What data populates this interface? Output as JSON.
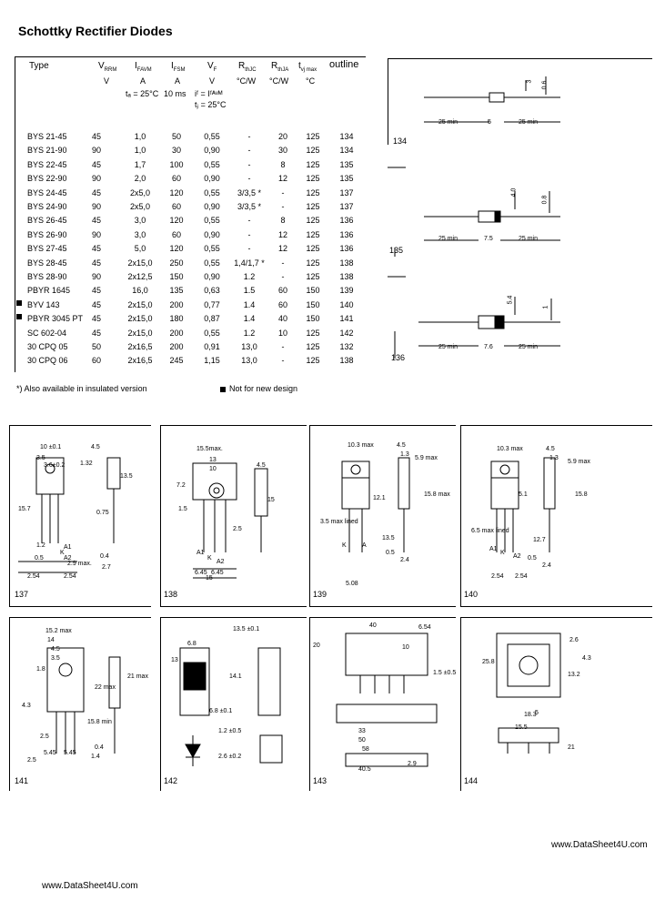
{
  "title": "Schottky Rectifier Diodes",
  "table": {
    "headers": {
      "type": "Type",
      "vrrm": "V",
      "vrrm_sub": "RRM",
      "vrrm_unit": "V",
      "ifavm": "I",
      "ifavm_sub": "FAVM",
      "ifavm_unit": "A",
      "ifsm": "I",
      "ifsm_sub": "FSM",
      "ifsm_unit": "A",
      "vf": "V",
      "vf_sub": "F",
      "vf_unit": "V",
      "rthjc": "R",
      "rthjc_sub": "thJC",
      "rthjc_unit": "°C/W",
      "rthja": "R",
      "rthja_sub": "thJA",
      "rthja_unit": "°C/W",
      "tj": "t",
      "tj_sub": "vj max",
      "tj_unit": "°C",
      "outline": "outline",
      "cond_tc": "tₐ = 25°C",
      "cond_10ms": "10 ms",
      "cond_if": "iᶠ = Iᶠᴬᵛᴹ",
      "cond_tj": "tⱼ = 25°C"
    },
    "rows": [
      {
        "type": "BYS 21-45",
        "v": "45",
        "i": "1,0",
        "ifsm": "50",
        "vf": "0,55",
        "rjc": "-",
        "rja": "20",
        "tj": "125",
        "out": "134",
        "mark": false
      },
      {
        "type": "BYS 21-90",
        "v": "90",
        "i": "1,0",
        "ifsm": "30",
        "vf": "0,90",
        "rjc": "-",
        "rja": "30",
        "tj": "125",
        "out": "134",
        "mark": false
      },
      {
        "type": "BYS 22-45",
        "v": "45",
        "i": "1,7",
        "ifsm": "100",
        "vf": "0,55",
        "rjc": "-",
        "rja": "8",
        "tj": "125",
        "out": "135",
        "mark": false
      },
      {
        "type": "BYS 22-90",
        "v": "90",
        "i": "2,0",
        "ifsm": "60",
        "vf": "0,90",
        "rjc": "-",
        "rja": "12",
        "tj": "125",
        "out": "135",
        "mark": false
      },
      {
        "type": "BYS 24-45",
        "v": "45",
        "i": "2x5,0",
        "ifsm": "120",
        "vf": "0,55",
        "rjc": "3/3,5 *",
        "rja": "-",
        "tj": "125",
        "out": "137",
        "mark": false
      },
      {
        "type": "BYS 24-90",
        "v": "90",
        "i": "2x5,0",
        "ifsm": "60",
        "vf": "0,90",
        "rjc": "3/3,5 *",
        "rja": "-",
        "tj": "125",
        "out": "137",
        "mark": false
      },
      {
        "type": "BYS 26-45",
        "v": "45",
        "i": "3,0",
        "ifsm": "120",
        "vf": "0,55",
        "rjc": "-",
        "rja": "8",
        "tj": "125",
        "out": "136",
        "mark": false
      },
      {
        "type": "BYS 26-90",
        "v": "90",
        "i": "3,0",
        "ifsm": "60",
        "vf": "0,90",
        "rjc": "-",
        "rja": "12",
        "tj": "125",
        "out": "136",
        "mark": false
      },
      {
        "type": "BYS 27-45",
        "v": "45",
        "i": "5,0",
        "ifsm": "120",
        "vf": "0,55",
        "rjc": "-",
        "rja": "12",
        "tj": "125",
        "out": "136",
        "mark": false
      },
      {
        "type": "BYS 28-45",
        "v": "45",
        "i": "2x15,0",
        "ifsm": "250",
        "vf": "0,55",
        "rjc": "1,4/1,7 *",
        "rja": "-",
        "tj": "125",
        "out": "138",
        "mark": false
      },
      {
        "type": "BYS 28-90",
        "v": "90",
        "i": "2x12,5",
        "ifsm": "150",
        "vf": "0,90",
        "rjc": "1.2",
        "rja": "-",
        "tj": "125",
        "out": "138",
        "mark": false
      },
      {
        "type": "PBYR 1645",
        "v": "45",
        "i": "16,0",
        "ifsm": "135",
        "vf": "0,63",
        "rjc": "1.5",
        "rja": "60",
        "tj": "150",
        "out": "139",
        "mark": false
      },
      {
        "type": "BYV 143",
        "v": "45",
        "i": "2x15,0",
        "ifsm": "200",
        "vf": "0,77",
        "rjc": "1.4",
        "rja": "60",
        "tj": "150",
        "out": "140",
        "mark": true
      },
      {
        "type": "PBYR 3045 PT",
        "v": "45",
        "i": "2x15,0",
        "ifsm": "180",
        "vf": "0,87",
        "rjc": "1.4",
        "rja": "40",
        "tj": "150",
        "out": "141",
        "mark": true
      },
      {
        "type": "SC 602-04",
        "v": "45",
        "i": "2x15,0",
        "ifsm": "200",
        "vf": "0,55",
        "rjc": "1.2",
        "rja": "10",
        "tj": "125",
        "out": "142",
        "mark": false
      },
      {
        "type": "30 CPQ 05",
        "v": "50",
        "i": "2x16,5",
        "ifsm": "200",
        "vf": "0,91",
        "rjc": "13,0",
        "rja": "-",
        "tj": "125",
        "out": "132",
        "mark": false
      },
      {
        "type": "30 CPQ 06",
        "v": "60",
        "i": "2x16,5",
        "ifsm": "245",
        "vf": "1,15",
        "rjc": "13,0",
        "rja": "-",
        "tj": "125",
        "out": "138",
        "mark": false
      }
    ]
  },
  "notes": {
    "insulated": "*)  Also available in insulated version",
    "not_new": "Not for new design"
  },
  "outlines": {
    "o134": {
      "label": "134",
      "d_body": "3",
      "d_lead": "0.6",
      "l1": "25 min",
      "l2": "5",
      "l3": "25 min"
    },
    "o135": {
      "label": "135",
      "d_body": "4.0",
      "d_lead": "0.8",
      "l1": "25 min",
      "l2": "7.5",
      "l3": "25 min"
    },
    "o136": {
      "label": "136",
      "d_body": "5.4",
      "d_lead": "1",
      "l1": "25 min",
      "l2": "7.6",
      "l3": "25 min"
    },
    "o137": {
      "label": "137",
      "dims": [
        "10 ±0.1",
        "4.5",
        "3.5",
        "3.6±0.2",
        "1.32",
        "15.7",
        "13.5",
        "0.75",
        "1.2",
        "A1",
        "K",
        "A2",
        "0.5",
        "2.9 max.",
        "0.4",
        "2.7",
        "2.54",
        "2.54"
      ]
    },
    "o138": {
      "label": "138",
      "dims": [
        "15.5max.",
        "13",
        "10",
        "7.2",
        "4.5",
        "1.5",
        "2.5",
        "15",
        "A1",
        "K",
        "A2",
        "6.45",
        "6.45",
        "15"
      ]
    },
    "o139": {
      "label": "139",
      "dims": [
        "10.3 max",
        "4.5",
        "1.3",
        "5.9 max",
        "15.8 max",
        "3.5 max lined",
        "13.5",
        "12.1",
        "K",
        "A",
        "0.5",
        "2.4",
        "5.08"
      ]
    },
    "o140": {
      "label": "140",
      "dims": [
        "10.3 max",
        "4.5",
        "1.3",
        "5.9 max",
        "15.8",
        "6.5 max lined",
        "12.7",
        "5.1",
        "A1",
        "K",
        "A2",
        "0.5",
        "2.4",
        "2.54",
        "2.54"
      ]
    },
    "o141": {
      "label": "141",
      "dims": [
        "15.2 max",
        "14",
        "4.5",
        "3.5",
        "1.8",
        "21 max",
        "4.3",
        "22 max",
        "15.8 min",
        "0.4",
        "1.4",
        "2.5",
        "5.45",
        "5.45",
        "2.5"
      ]
    },
    "o142": {
      "label": "142",
      "dims": [
        "13.5 ±0.1",
        "6.8",
        "13",
        "14.1",
        "6.8 ±0.1",
        "1.2 ±0.5",
        "2.6 ±0.2"
      ]
    },
    "o143": {
      "label": "143",
      "dims": [
        "40",
        "6.54",
        "20",
        "10",
        "1.5 ±0.5",
        "33",
        "50",
        "58",
        "40.5",
        "2.9"
      ]
    },
    "o144": {
      "label": "144",
      "dims": [
        "2.6",
        "25.8",
        "18.3",
        "15.5",
        "4.3",
        "13.2",
        "5",
        "21"
      ]
    }
  },
  "footer": {
    "right": "www.DataSheet4U.com",
    "left": "www.DataSheet4U.com"
  }
}
